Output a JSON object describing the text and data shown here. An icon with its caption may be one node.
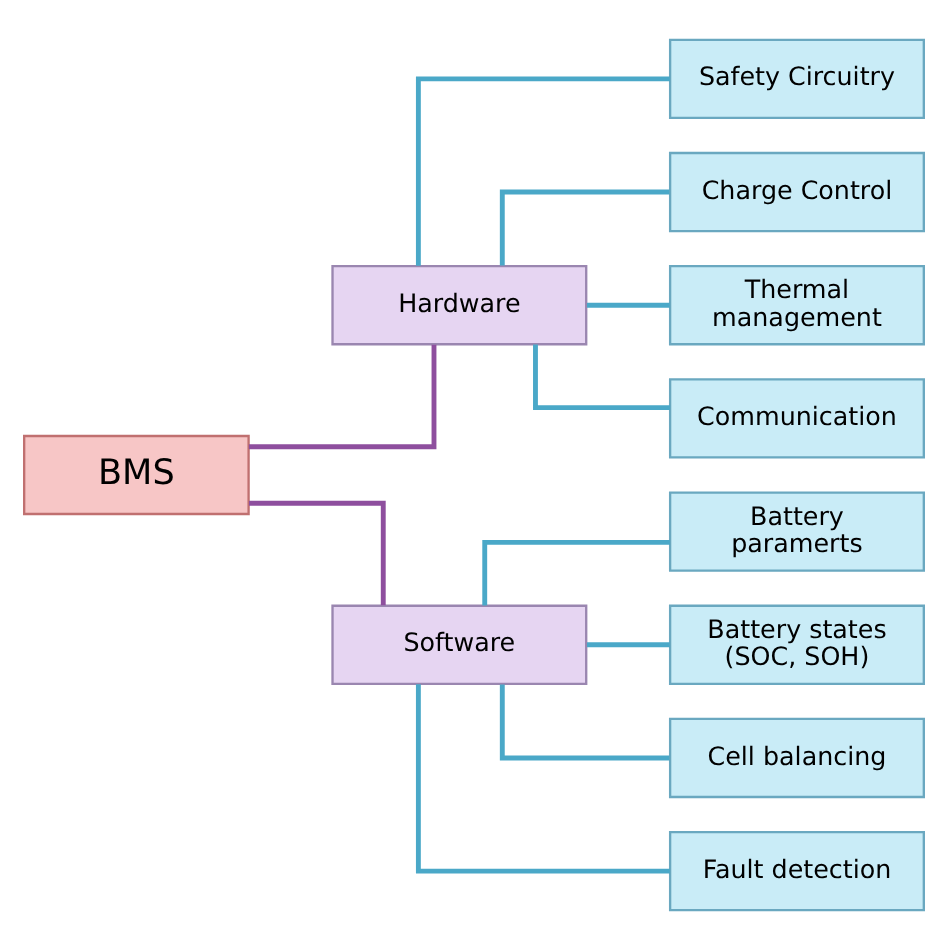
{
  "diagram": {
    "nodes": [
      {
        "text": [
          "BMS"
        ]
      },
      {
        "text": [
          "Hardware"
        ]
      },
      {
        "text": [
          "Safety Circuitry"
        ]
      },
      {
        "text": [
          "Charge Control"
        ]
      },
      {
        "text": [
          "Thermal management"
        ]
      },
      {
        "text": [
          "Communication"
        ]
      },
      {
        "text": [
          "Software"
        ]
      },
      {
        "text": [
          "Battery paramerts"
        ]
      },
      {
        "text": [
          "Battery states (SOC, SOH)"
        ]
      },
      {
        "text": [
          "Cell balancing"
        ]
      },
      {
        "text": [
          "Fault detection"
        ]
      }
    ],
    "edges": [
      {
        "from": 0,
        "to": 1,
        "arrow": "none",
        "color": "#8e4f9e"
      },
      {
        "from": 0,
        "to": 6,
        "arrow": "none",
        "color": "#8e4f9e"
      },
      {
        "from": 1,
        "to": 2,
        "arrow": "none"
      },
      {
        "from": 1,
        "to": 3,
        "arrow": "none"
      },
      {
        "from": 1,
        "to": 4,
        "arrow": "none"
      },
      {
        "from": 1,
        "to": 5,
        "arrow": "none"
      },
      {
        "from": 6,
        "to": 7,
        "arrow": "none"
      },
      {
        "from": 6,
        "to": 8,
        "arrow": "none"
      },
      {
        "from": 6,
        "to": 9,
        "arrow": "none"
      },
      {
        "from": 6,
        "to": 10,
        "arrow": "none"
      }
    ]
  }
}
